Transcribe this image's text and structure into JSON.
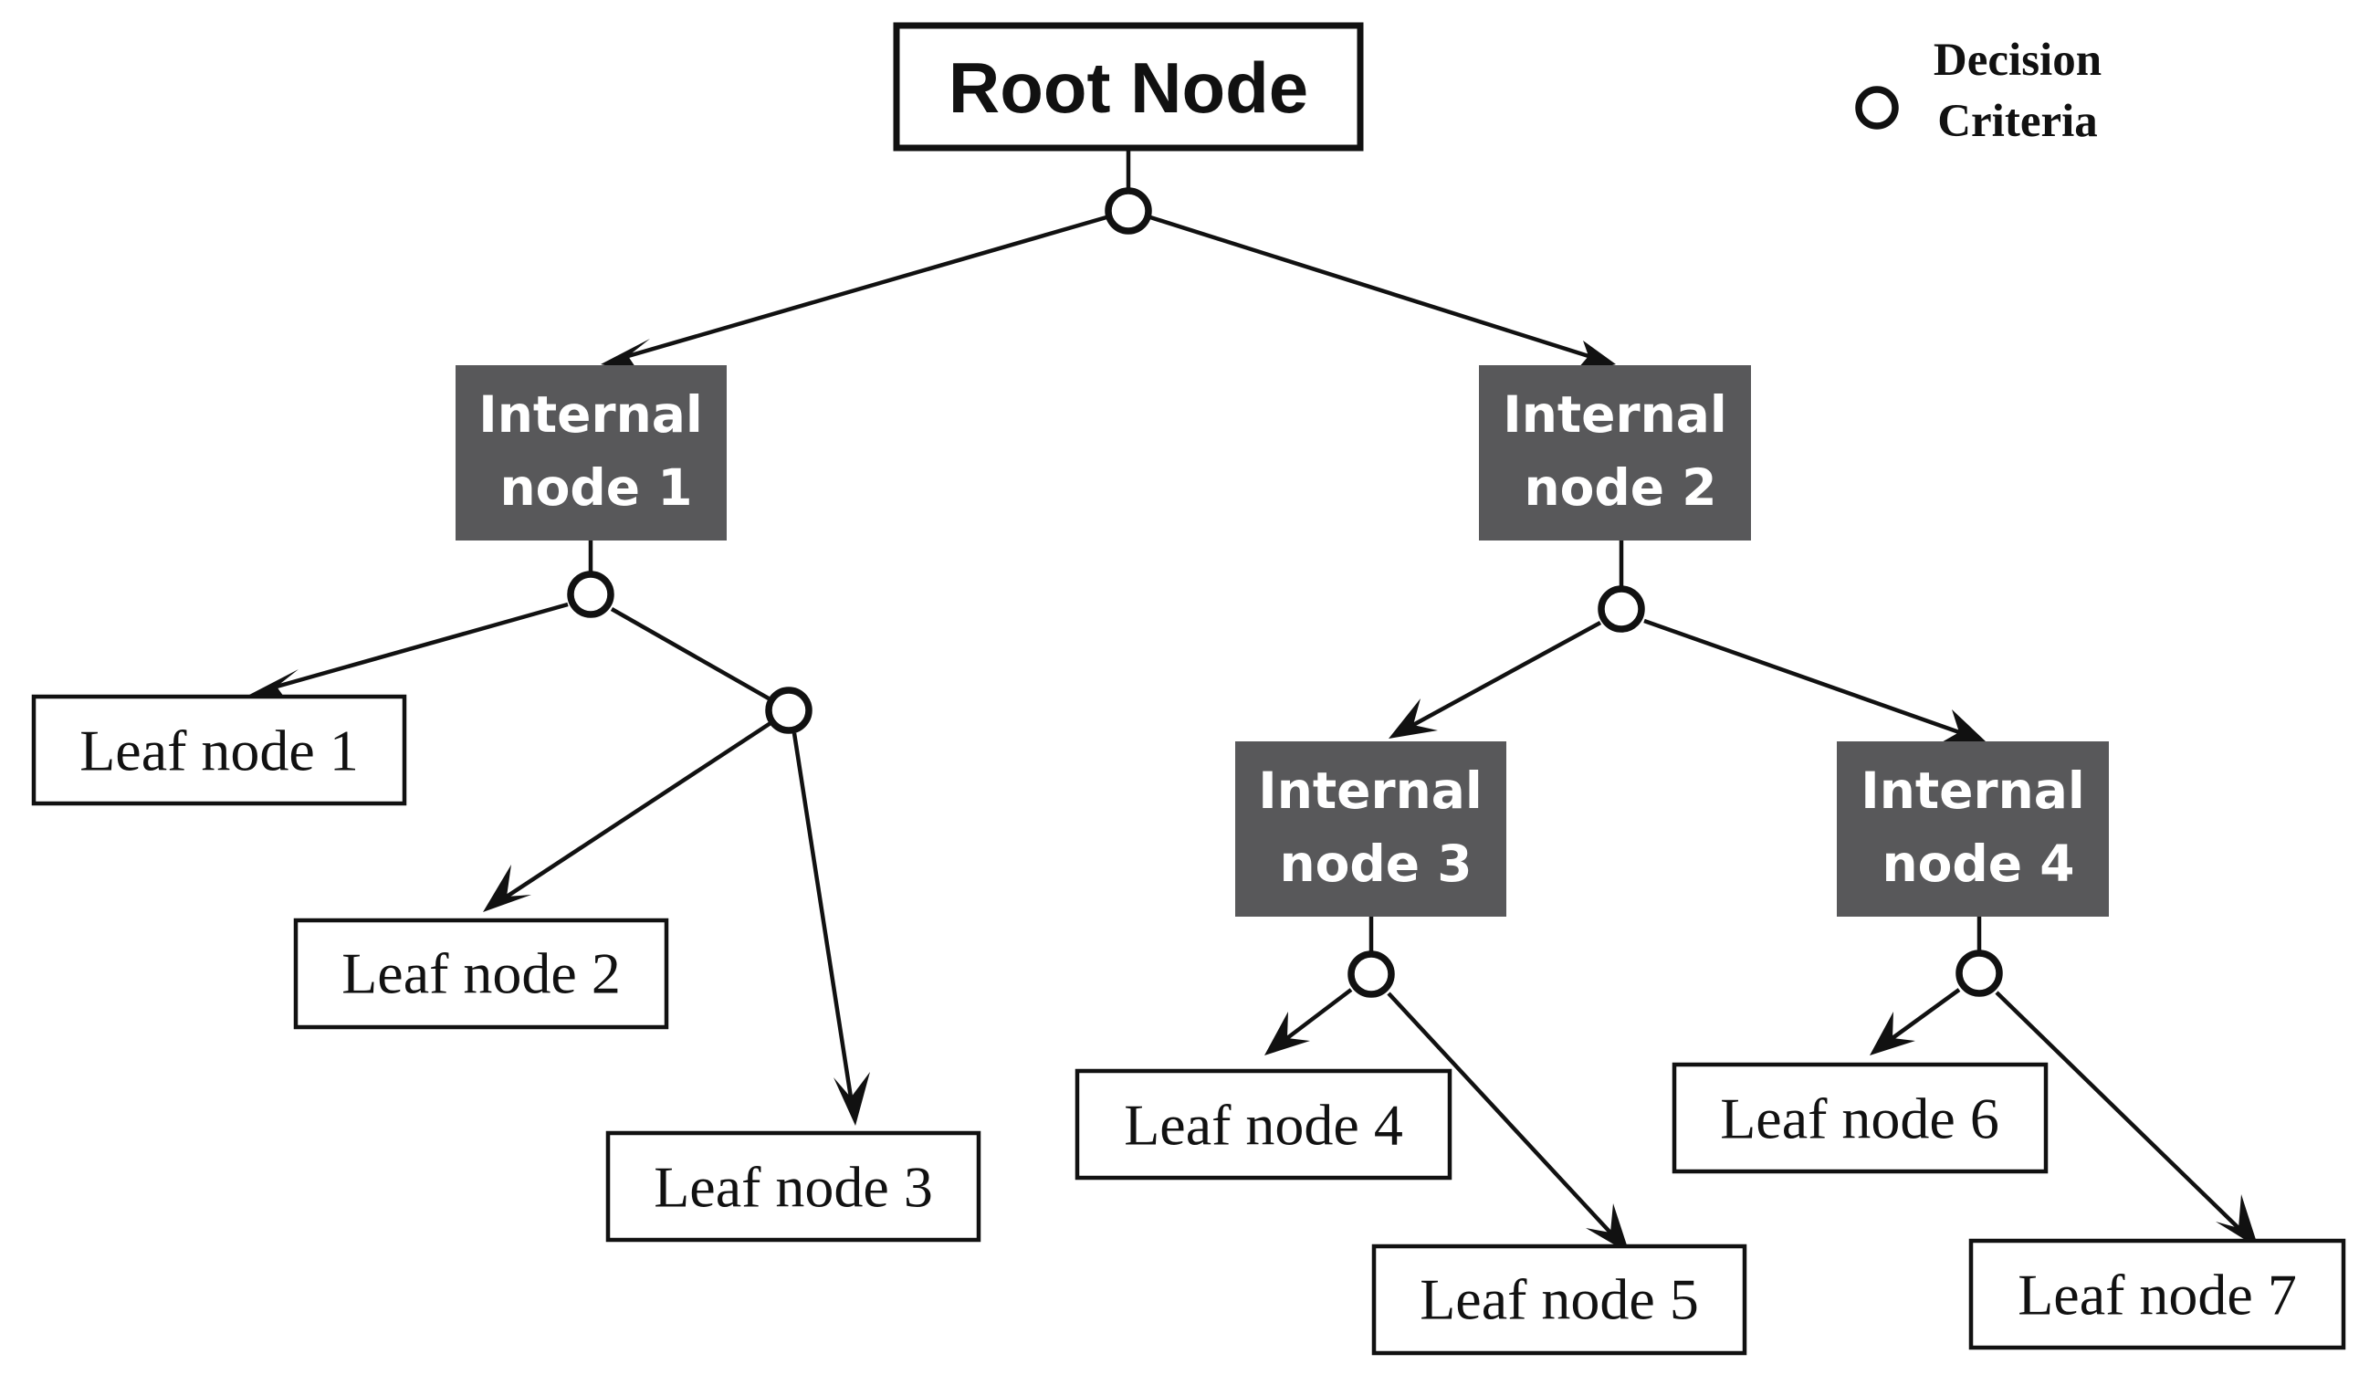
{
  "root": {
    "label": "Root Node"
  },
  "legend": {
    "line1": "Decision",
    "line2": "Criteria",
    "icon": "circle-outline-icon"
  },
  "internal_nodes": [
    {
      "line1": "Internal",
      "line2": "node 1"
    },
    {
      "line1": "Internal",
      "line2": "node 2"
    },
    {
      "line1": "Internal",
      "line2": "node 3"
    },
    {
      "line1": "Internal",
      "line2": "node 4"
    }
  ],
  "leaf_nodes": [
    {
      "label": "Leaf node 1"
    },
    {
      "label": "Leaf node 2"
    },
    {
      "label": "Leaf node 3"
    },
    {
      "label": "Leaf node 4"
    },
    {
      "label": "Leaf node 5"
    },
    {
      "label": "Leaf node 6"
    },
    {
      "label": "Leaf node 7"
    }
  ],
  "colors": {
    "internal_fill": "#58585a",
    "stroke": "#111111",
    "background": "#ffffff"
  }
}
